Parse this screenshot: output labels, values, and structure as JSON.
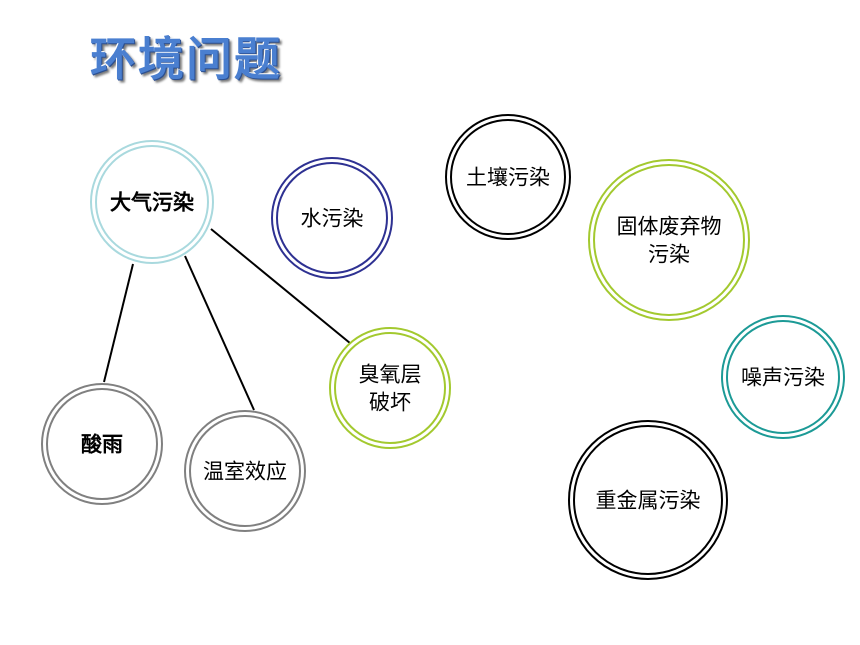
{
  "title": "环境问题",
  "nodes": [
    {
      "id": "air",
      "lines": [
        "大气污染"
      ],
      "color": "#a9d9de",
      "bold": true
    },
    {
      "id": "water",
      "lines": [
        "水污染"
      ],
      "color": "#2e3192",
      "bold": false
    },
    {
      "id": "soil",
      "lines": [
        "土壤污染"
      ],
      "color": "#000000",
      "bold": false
    },
    {
      "id": "solid",
      "lines": [
        "固体废弃物",
        "污染"
      ],
      "color": "#a3c92f",
      "bold": false
    },
    {
      "id": "noise",
      "lines": [
        "噪声污染"
      ],
      "color": "#1c9a96",
      "bold": false
    },
    {
      "id": "ozone",
      "lines": [
        "臭氧层",
        "破坏"
      ],
      "color": "#a3c92f",
      "bold": false
    },
    {
      "id": "acid",
      "lines": [
        "酸雨"
      ],
      "color": "#808080",
      "bold": true
    },
    {
      "id": "greenhouse",
      "lines": [
        "温室效应"
      ],
      "color": "#808080",
      "bold": false
    },
    {
      "id": "metal",
      "lines": [
        "重金属污染"
      ],
      "color": "#000000",
      "bold": false
    }
  ],
  "edges": [
    {
      "from": "air",
      "to": "acid"
    },
    {
      "from": "air",
      "to": "greenhouse"
    },
    {
      "from": "air",
      "to": "ozone"
    }
  ]
}
